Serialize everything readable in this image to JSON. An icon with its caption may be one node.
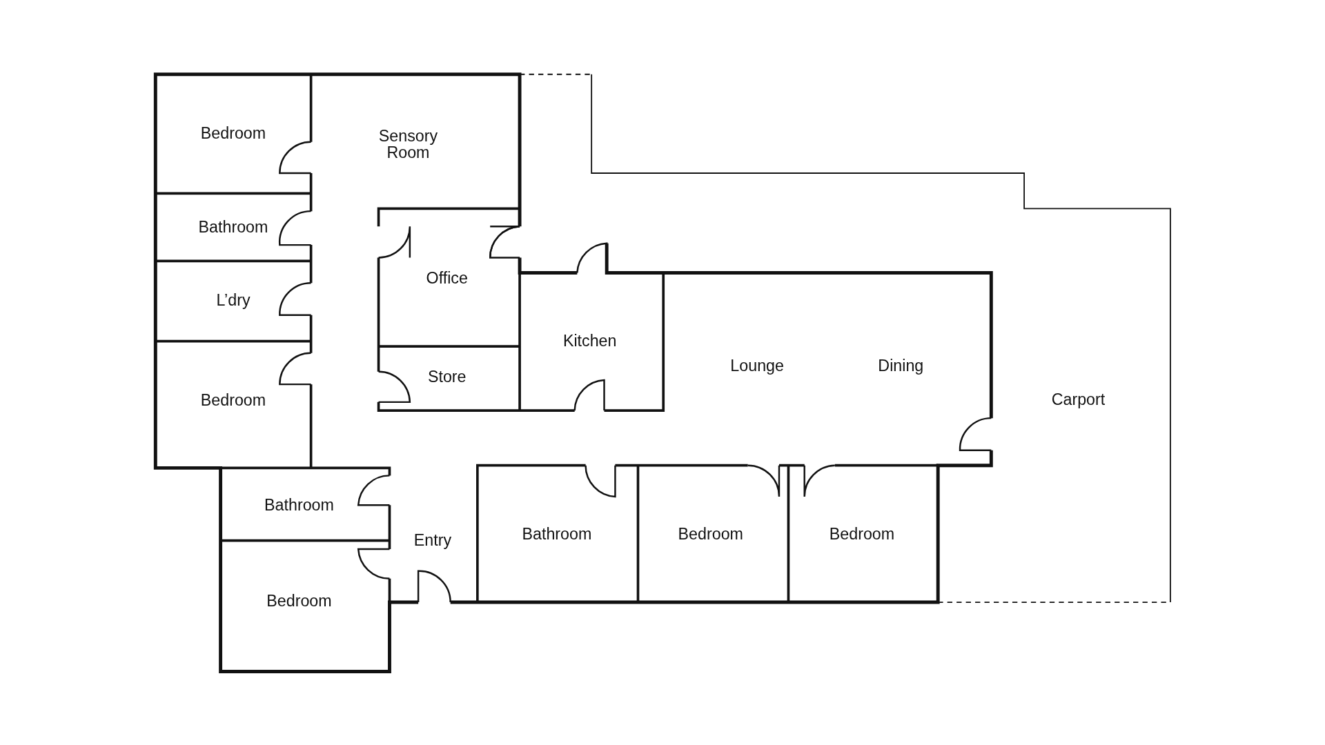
{
  "diagram": {
    "nodes": [
      {
        "text": [
          "Bedroom"
        ]
      },
      {
        "text": [
          "Sensory Room"
        ]
      },
      {
        "text": [
          "Bathroom"
        ]
      },
      {
        "text": [
          "Office"
        ]
      },
      {
        "text": [
          "L’dry"
        ]
      },
      {
        "text": [
          "Kitchen"
        ]
      },
      {
        "text": [
          "Lounge",
          "Dining"
        ]
      },
      {
        "text": [
          "Store"
        ]
      },
      {
        "text": [
          "Bedroom"
        ]
      },
      {
        "text": [
          "Carport"
        ]
      },
      {
        "text": [
          "Bathroom"
        ]
      },
      {
        "text": [
          "Bathroom"
        ]
      },
      {
        "text": [
          "Bedroom"
        ]
      },
      {
        "text": [
          "Bedroom"
        ]
      },
      {
        "text": [
          "Bedroom"
        ]
      }
    ],
    "labels": [
      "Entry"
    ]
  }
}
